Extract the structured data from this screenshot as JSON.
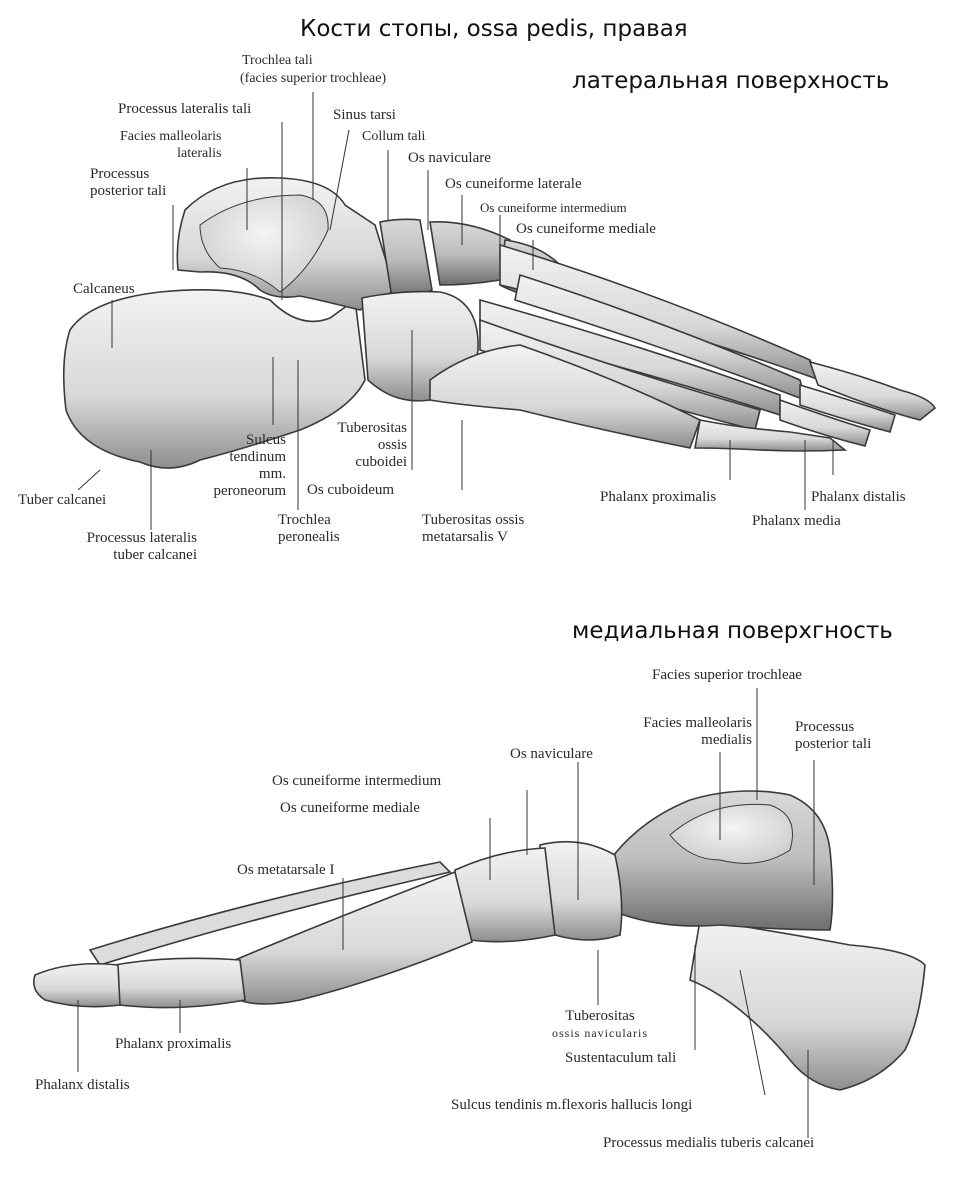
{
  "title": "Кости стопы, ossa pedis, правая",
  "lateral": {
    "heading": "латеральная  поверхность",
    "labels": {
      "trochlea_tali": "Trochlea tali",
      "facies_superior_trochleae": "(facies superior trochleae)",
      "processus_lateralis_tali": "Processus lateralis tali",
      "sinus_tarsi": "Sinus tarsi",
      "facies_malleolaris_1": "Facies malleolaris",
      "facies_malleolaris_2": "lateralis",
      "collum_tali": "Collum tali",
      "os_naviculare": "Os naviculare",
      "processus_posterior_1": "Processus",
      "processus_posterior_2": "posterior tali",
      "os_cuneiforme_laterale": "Os cuneiforme laterale",
      "os_cuneiforme_intermedium": "Os cuneiforme intermedium",
      "os_cuneiforme_mediale": "Os cuneiforme mediale",
      "calcaneus": "Calcaneus",
      "sulcus_1": "Sulcus",
      "sulcus_2": "tendinum",
      "sulcus_3": "mm.",
      "sulcus_4": "peroneorum",
      "tuberositas_cuboidei_1": "Tuberositas",
      "tuberositas_cuboidei_2": "ossis",
      "tuberositas_cuboidei_3": "cuboidei",
      "os_cuboideum": "Os cuboideum",
      "tuber_calcanei": "Tuber calcanei",
      "processus_lateralis_tuber_1": "Processus lateralis",
      "processus_lateralis_tuber_2": "tuber calcanei",
      "trochlea_peronealis_1": "Trochlea",
      "trochlea_peronealis_2": "peronealis",
      "tuberositas_metatarsalis_1": "Tuberositas ossis",
      "tuberositas_metatarsalis_2": "metatarsalis V",
      "phalanx_proximalis": "Phalanx proximalis",
      "phalanx_distalis": "Phalanx distalis",
      "phalanx_media": "Phalanx media"
    }
  },
  "medial": {
    "heading": "медиальная поверхгность",
    "labels": {
      "facies_superior_trochleae": "Facies superior trochleae",
      "facies_malleolaris_1": "Facies malleolaris",
      "facies_malleolaris_2": "medialis",
      "processus_posterior_1": "Processus",
      "processus_posterior_2": "posterior tali",
      "os_naviculare": "Os naviculare",
      "os_cuneiforme_intermedium": "Os cuneiforme  intermedium",
      "os_cuneiforme_mediale": "Os cuneiforme mediale",
      "os_metatarsale_1": "Os metatarsale I",
      "tuberositas_navicularis_1": "Tuberositas",
      "tuberositas_navicularis_2": "ossis navicularis",
      "sustentaculum_tali": "Sustentaculum tali",
      "phalanx_proximalis": "Phalanx proximalis",
      "phalanx_distalis": "Phalanx distalis",
      "sulcus_flexoris": "Sulcus tendinis m.flexoris hallucis longi",
      "processus_medialis": "Processus medialis tuberis calcanei"
    }
  },
  "colors": {
    "bone_fill": "#e4e4e4",
    "bone_shade": "#9a9a9a",
    "bone_outline": "#3a3a3a",
    "cartilage": "#d6d6d6",
    "text": "#2a2a2a"
  }
}
